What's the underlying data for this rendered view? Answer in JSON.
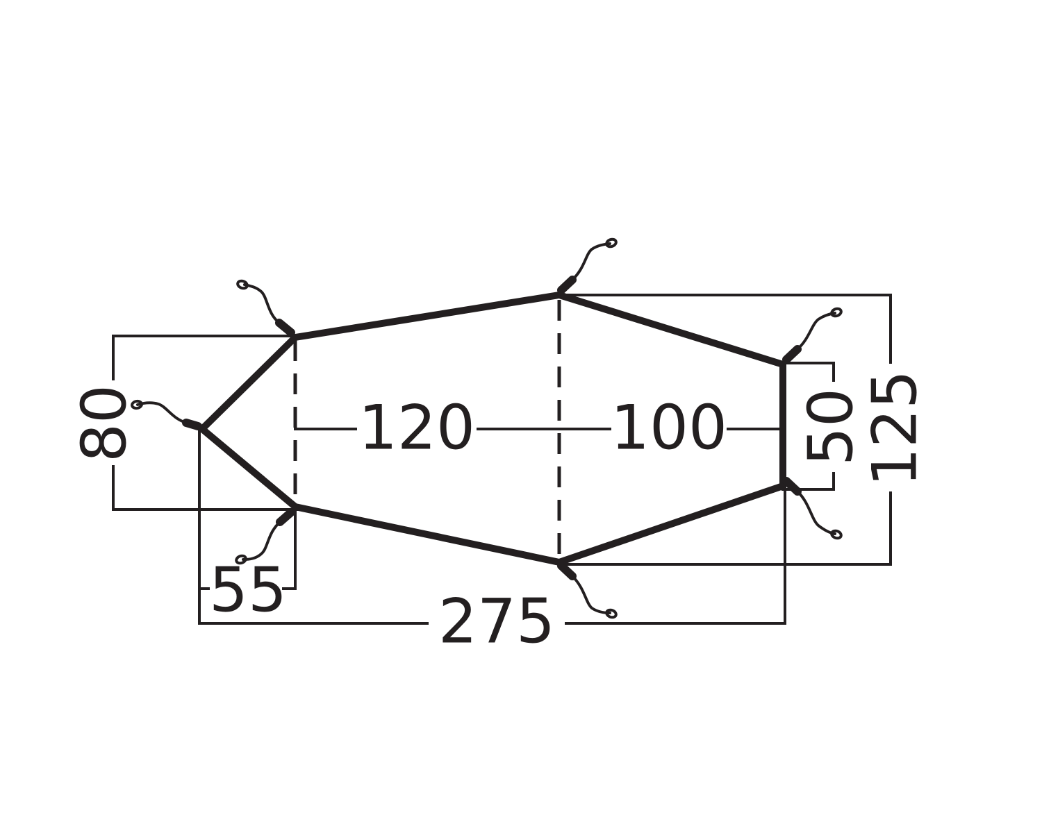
{
  "diagram": {
    "labels": {
      "bay_width": "80",
      "bay_depth": "55",
      "inner_length_front": "120",
      "inner_length_rear": "100",
      "rear_width": "50",
      "total_width": "125",
      "total_length": "275"
    },
    "colors": {
      "stroke": "#231f20",
      "background": "#ffffff"
    }
  }
}
